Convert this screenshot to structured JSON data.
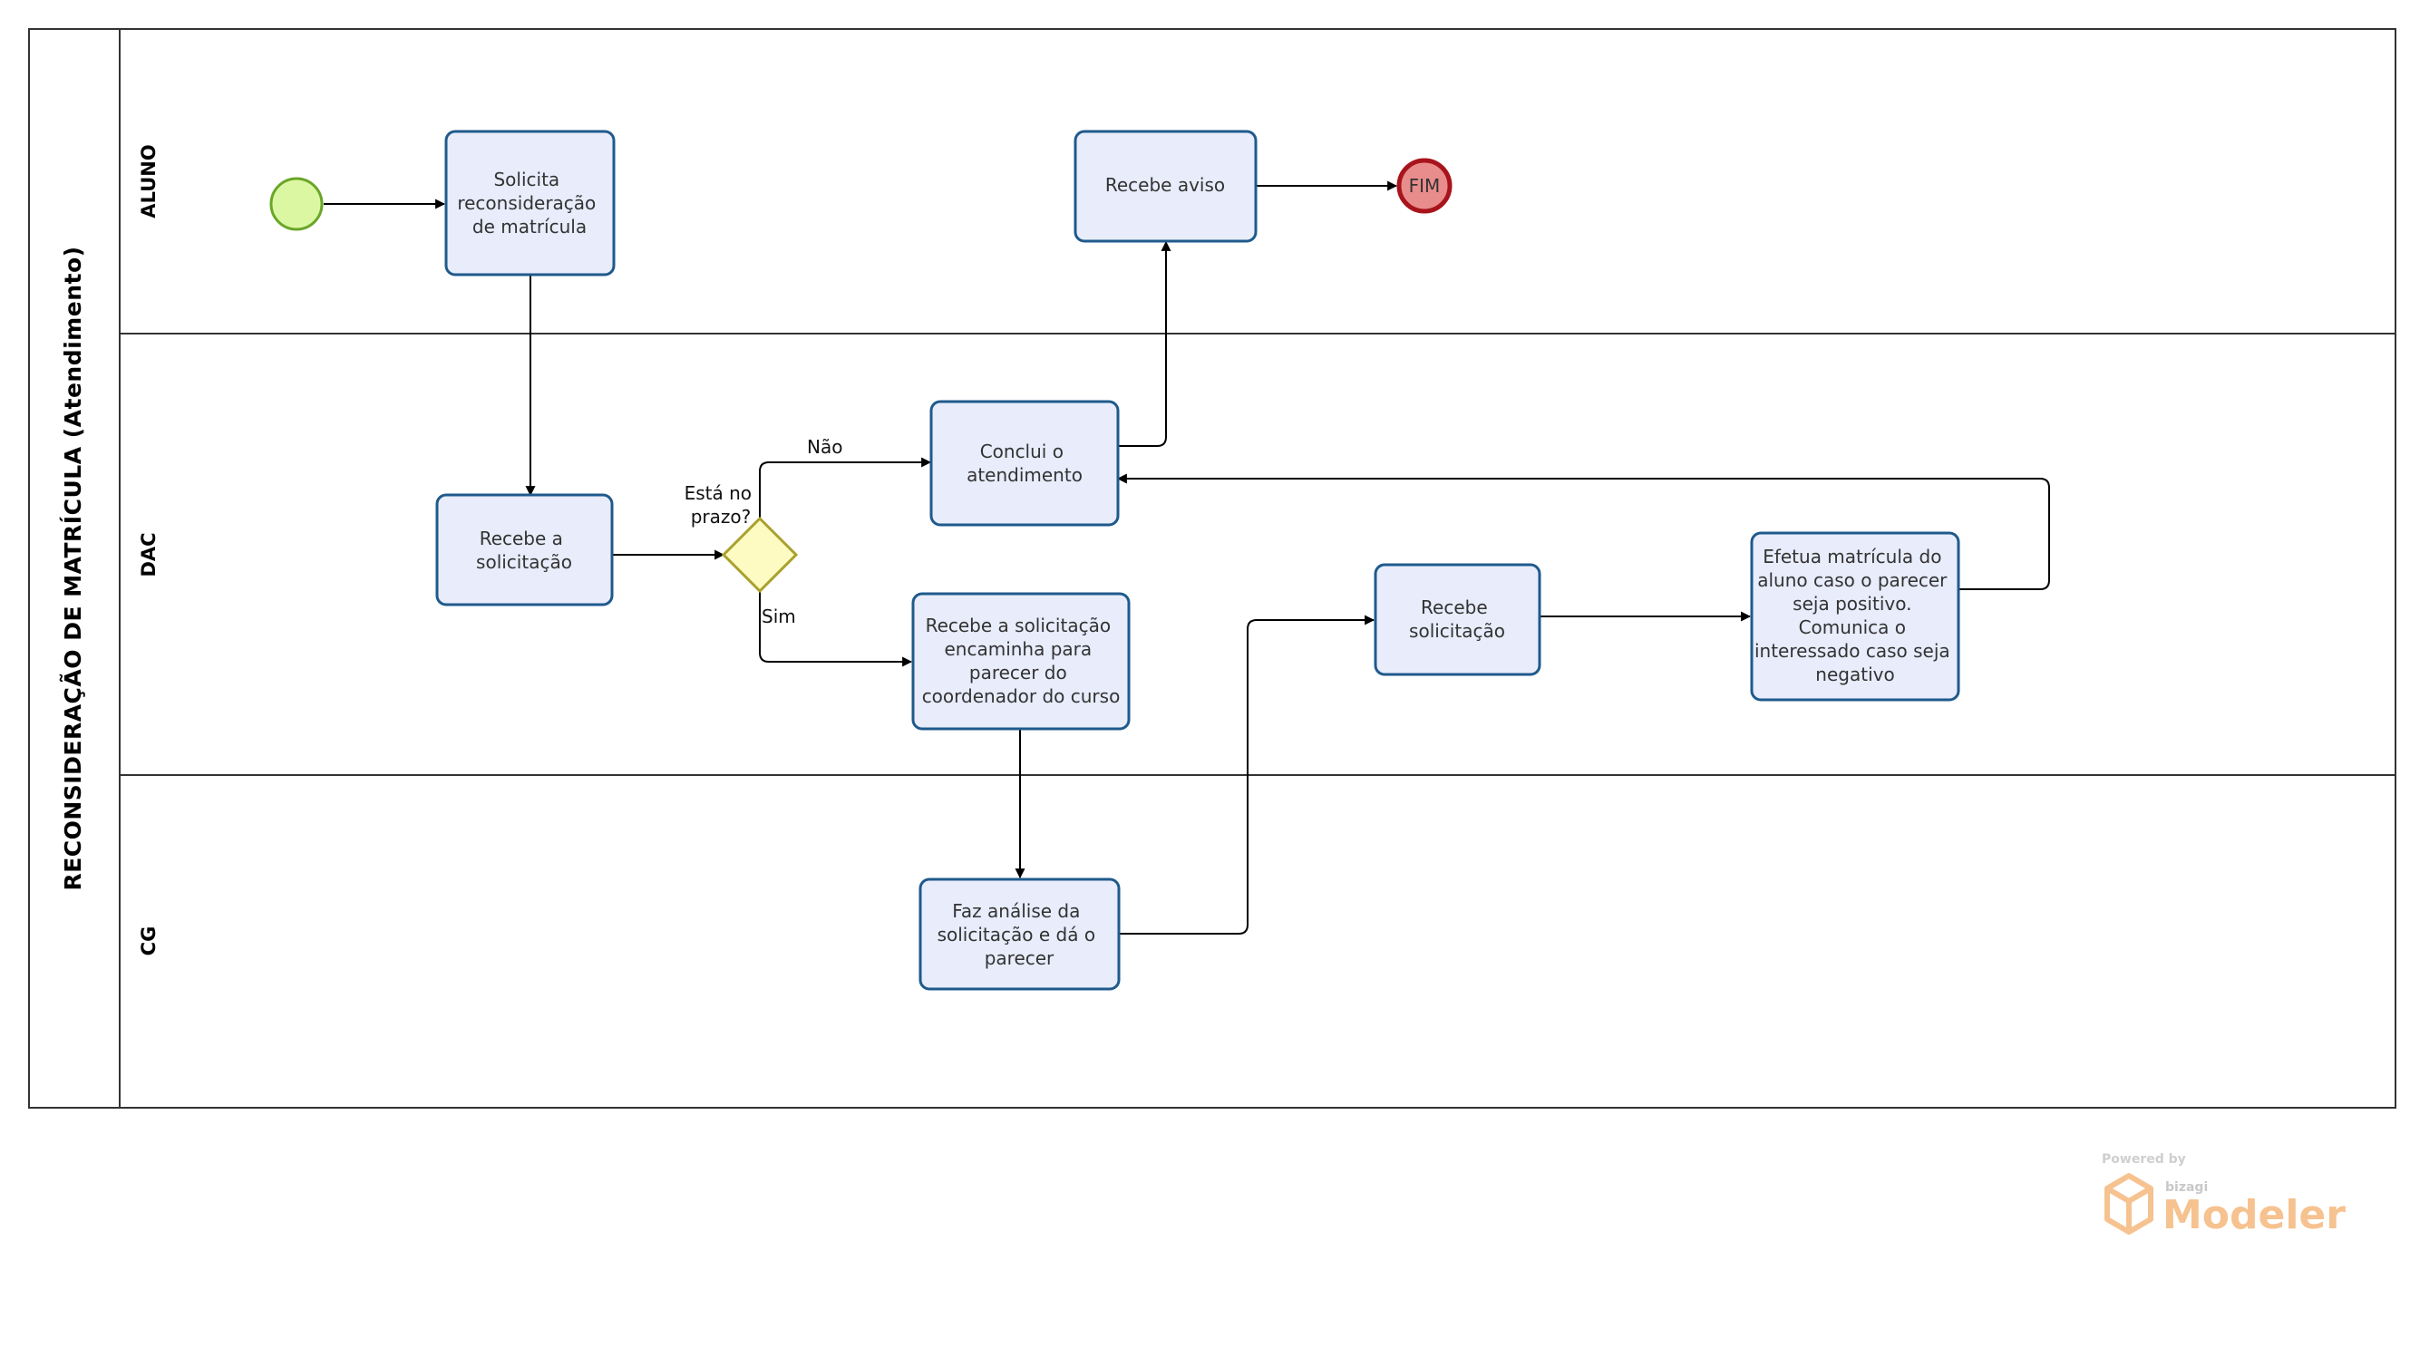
{
  "pool": {
    "title": "RECONSIDERAÇÃO  DE  MATRÍCULA  (Atendimento)"
  },
  "lanes": [
    {
      "id": "aluno",
      "label": "ALUNO"
    },
    {
      "id": "dac",
      "label": "DAC"
    },
    {
      "id": "cg",
      "label": "CG"
    }
  ],
  "tasks": {
    "t1": [
      "Solicita",
      "reconsideração",
      "de matrícula"
    ],
    "t2": [
      "Recebe a",
      "solicitação"
    ],
    "t3": [
      "Conclui o",
      "atendimento"
    ],
    "t4": [
      "Recebe aviso"
    ],
    "t5": [
      "Recebe a solicitação",
      "encaminha para",
      "parecer do",
      "coordenador do curso"
    ],
    "t6": [
      "Faz análise da",
      "solicitação e dá o",
      "parecer"
    ],
    "t7": [
      "Recebe",
      "solicitação"
    ],
    "t8": [
      "Efetua matrícula do",
      "aluno caso o parecer",
      "seja positivo.",
      "Comunica o",
      "interessado caso seja",
      "negativo"
    ]
  },
  "gateway": {
    "label_line1": "Está no",
    "label_line2": "prazo?"
  },
  "flows": {
    "no": "Não",
    "yes": "Sim"
  },
  "end_event": {
    "label": "FIM"
  },
  "logo": {
    "powered": "Powered by",
    "brand": "bizagi",
    "product": "Modeler"
  },
  "colors": {
    "task_fill": "#e8ecfb",
    "task_stroke": "#1f5a8c",
    "start_fill": "#dcf7a2",
    "start_stroke": "#6aa629",
    "end_fill": "#e98c8c",
    "end_stroke": "#a8141b",
    "gateway_fill": "#fdfbc1",
    "gateway_stroke": "#a9a12c"
  }
}
